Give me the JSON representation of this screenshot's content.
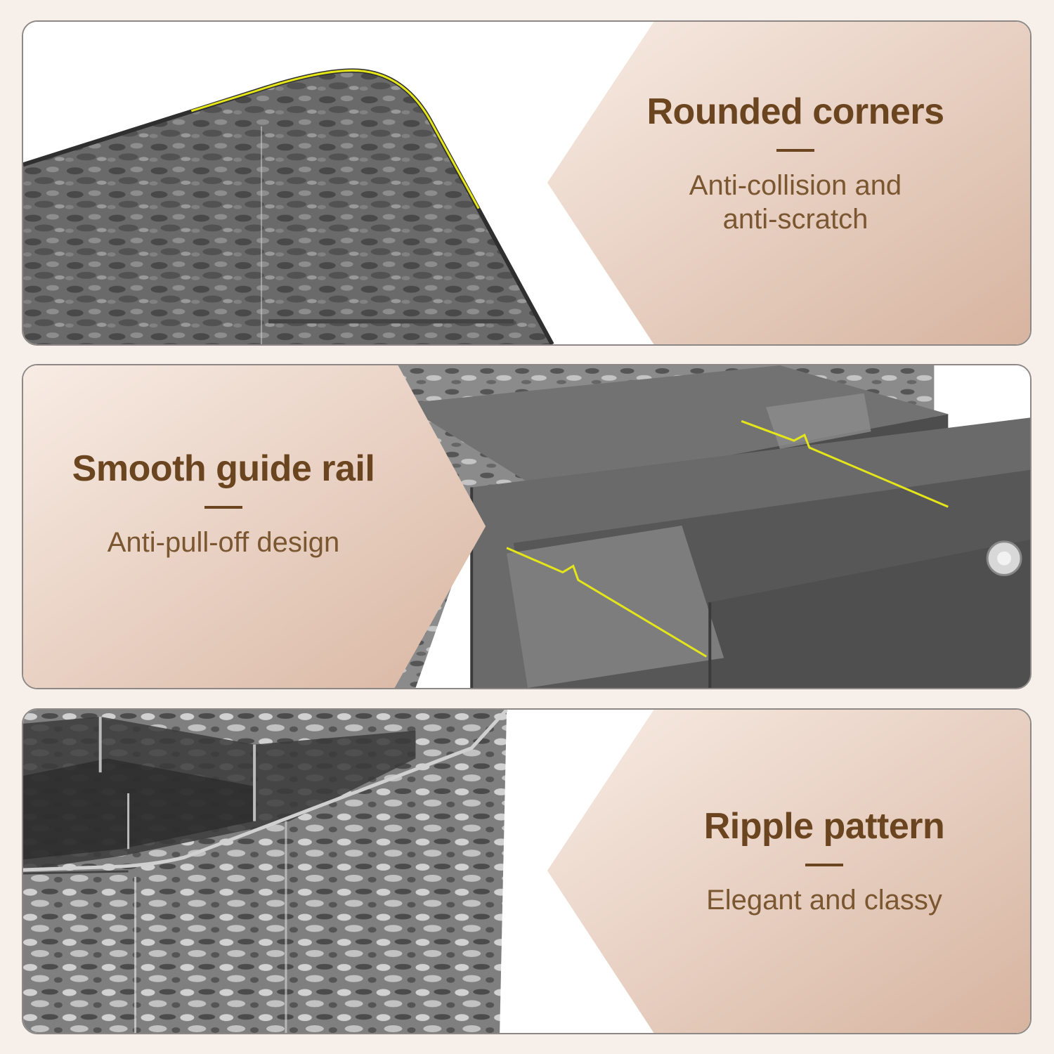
{
  "panels": [
    {
      "title": "Rounded corners",
      "subtitle_lines": [
        "Anti-collision and",
        "anti-scratch"
      ]
    },
    {
      "title": "Smooth guide rail",
      "subtitle_lines": [
        "Anti-pull-off design"
      ]
    },
    {
      "title": "Ripple pattern",
      "subtitle_lines": [
        "Elegant and classy"
      ]
    }
  ],
  "colors": {
    "page_background": "#f6efea",
    "caption_gradient_light": "#f7e8df",
    "caption_gradient_dark": "#dcbaa6",
    "title_text": "#6b4520",
    "subtitle_text": "#7a5631",
    "highlight_line": "#e4e61a",
    "product_gray": "#5f5f5f"
  }
}
